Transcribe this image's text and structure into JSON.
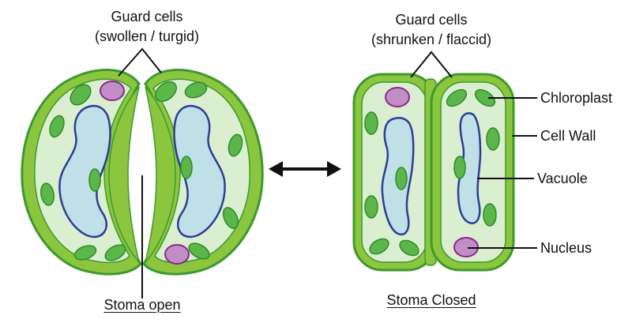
{
  "left": {
    "title_line1": "Guard cells",
    "title_line2": "(swollen / turgid)",
    "caption": "Stoma open"
  },
  "right": {
    "title_line1": "Guard cells",
    "title_line2": "(shrunken / flaccid)",
    "caption": "Stoma Closed"
  },
  "labels": {
    "chloroplast": "Chloroplast",
    "cell_wall": "Cell Wall",
    "vacuole": "Vacuole",
    "nucleus": "Nucleus"
  },
  "colors": {
    "wall_fill": "#8cc63f",
    "wall_stroke": "#3c9a2e",
    "cytoplasm": "#d9efcf",
    "vacuole_fill": "#bfe0e6",
    "vacuole_stroke": "#2e3d9a",
    "chloroplast": "#5bb74a",
    "chloroplast_stroke": "#2f8a2a",
    "nucleus_fill": "#c08ec4",
    "nucleus_stroke": "#8a2a8a",
    "line": "#111111"
  }
}
